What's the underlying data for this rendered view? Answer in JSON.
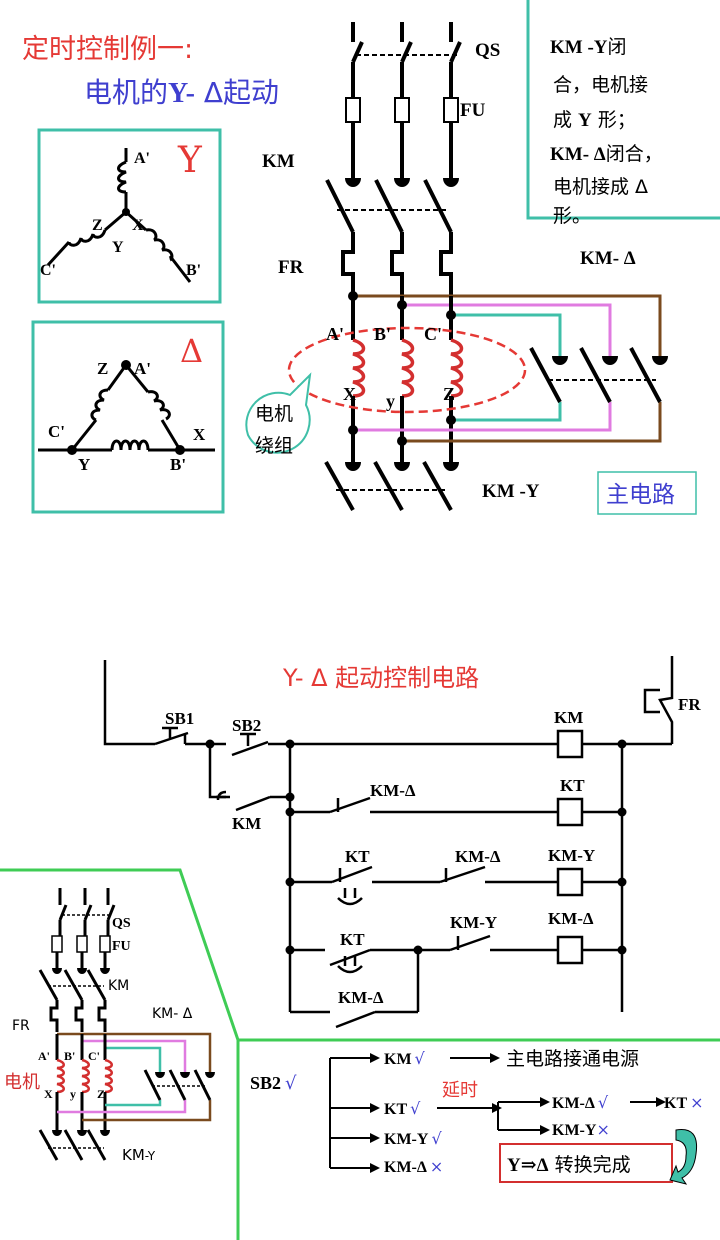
{
  "colors": {
    "red": "#e53935",
    "blue": "#3f3fcf",
    "teal": "#3fbfa8",
    "magenta": "#e07be0",
    "brown": "#7a4a1e",
    "green_border": "#3fcc55",
    "coil_red": "#d32f2f"
  },
  "title": {
    "line1": "定时控制例一:",
    "line2_a": "电机的",
    "line2_b": "Y-",
    "line2_c": " Δ起动"
  },
  "star_box": {
    "symbol": "Y",
    "a": "A'",
    "b": "B'",
    "c": "C'",
    "x": "X",
    "y": "Y",
    "z": "Z"
  },
  "delta_box": {
    "symbol": "Δ",
    "a": "A'",
    "b": "B'",
    "c": "C'",
    "x": "X",
    "y": "Y",
    "z": "Z"
  },
  "note": {
    "l1a": "KM -Y",
    "l1b": "闭",
    "l2": "合，电机接",
    "l3a": "成 ",
    "l3b": "Y",
    "l3c": " 形；",
    "l4a": "KM- Δ",
    "l4b": "闭合，",
    "l5": "电机接成 Δ",
    "l6": "形。"
  },
  "main_circuit": {
    "qs": "QS",
    "fu": "FU",
    "km": "KM",
    "fr": "FR",
    "km_delta": "KM- Δ",
    "km_y": "KM -Y",
    "a": "A'",
    "b": "B'",
    "c": "C'",
    "x": "X",
    "y": "y",
    "z": "Z",
    "callout_l1": "电机",
    "callout_l2": "绕组",
    "box_label": "主电路"
  },
  "control": {
    "title": "Y-  Δ 起动控制电路",
    "sb1": "SB1",
    "sb2": "SB2",
    "km_contact": "KM",
    "fr": "FR",
    "coil_km": "KM",
    "coil_kt": "KT",
    "coil_kmy": "KM-Y",
    "coil_kmd": "KM-Δ",
    "c_kmd1": "KM-Δ",
    "c_kt1": "KT",
    "c_kmd2": "KM-Δ",
    "c_kt2": "KT",
    "c_kmy": "KM-Y",
    "c_kmd3": "KM-Δ"
  },
  "mini": {
    "qs": "QS",
    "fu": "FU",
    "km": "KM",
    "fr": "FR",
    "km_delta": "KM- Δ",
    "a": "A'",
    "b": "B'",
    "c": "C'",
    "x": "X",
    "y": "y",
    "z": "Z",
    "motor": "电机",
    "km_y_a": "KM",
    "km_y_b": "-Y"
  },
  "sequence": {
    "sb2": "SB2",
    "check": "√",
    "cross": "×",
    "km": "KM",
    "kt": "KT",
    "kmy": "KM-Y",
    "kmd": "KM-Δ",
    "main_power": "主电路接通电源",
    "delay": "延时",
    "kmd_on": "KM-Δ",
    "kt_off": "KT",
    "kmy_off": "KM-Y",
    "done_a": "Y⇒Δ",
    "done_b": " 转换完成"
  }
}
